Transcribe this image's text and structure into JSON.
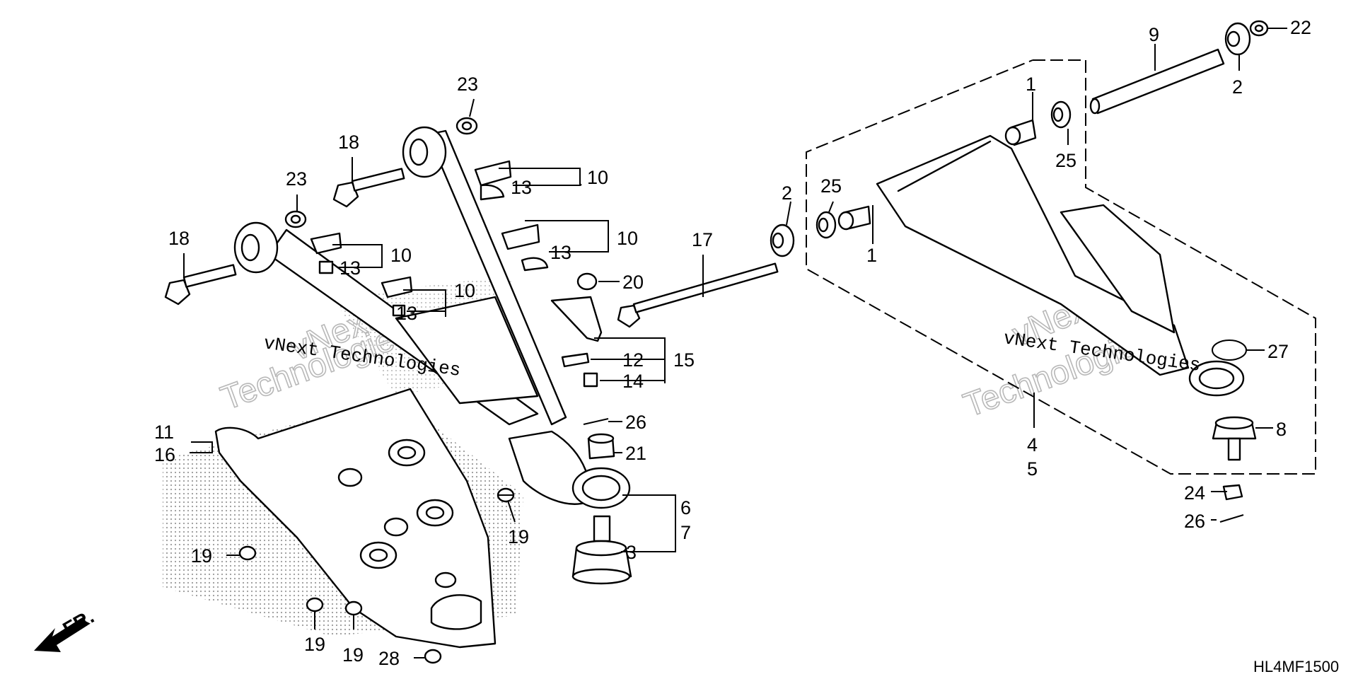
{
  "diagram": {
    "code": "HL4MF1500",
    "front_marker": "FR.",
    "watermark_left": "vNext Technologies",
    "watermark_right": "vNext Technologies",
    "watermark_outline_top": "vNext",
    "watermark_outline_bottom": "Technologies",
    "callouts": {
      "c1a": "1",
      "c1b": "1",
      "c2a": "2",
      "c2b": "2",
      "c3": "3",
      "c4": "4",
      "c5": "5",
      "c6": "6",
      "c7": "7",
      "c8": "8",
      "c9": "9",
      "c10a": "10",
      "c10b": "10",
      "c10c": "10",
      "c10d": "10",
      "c11": "11",
      "c12": "12",
      "c13a": "13",
      "c13b": "13",
      "c13c": "13",
      "c13d": "13",
      "c14": "14",
      "c15": "15",
      "c16": "16",
      "c17": "17",
      "c18a": "18",
      "c18b": "18",
      "c19a": "19",
      "c19b": "19",
      "c19c": "19",
      "c19d": "19",
      "c20": "20",
      "c21": "21",
      "c22": "22",
      "c23a": "23",
      "c23b": "23",
      "c24": "24",
      "c25a": "25",
      "c25b": "25",
      "c26a": "26",
      "c26b": "26",
      "c27": "27",
      "c28": "28"
    }
  }
}
